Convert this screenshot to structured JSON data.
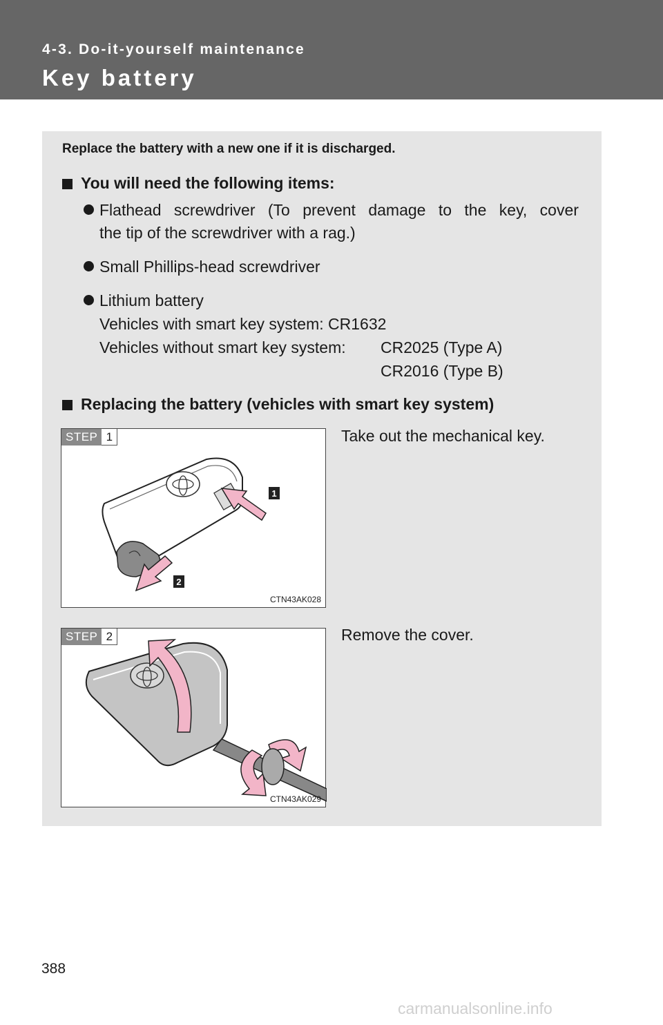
{
  "header": {
    "section": "4-3. Do-it-yourself maintenance",
    "title": "Key battery"
  },
  "intro": "Replace the battery with a new one if it is discharged.",
  "items_section": {
    "heading": "You will need the following items:",
    "bullets": [
      {
        "line1_words": [
          "Flathead",
          "screwdriver",
          "(To",
          "prevent",
          "damage",
          "to",
          "the",
          "key,",
          "cover"
        ],
        "line2": "the tip of the screwdriver with a rag.)"
      },
      {
        "line1": "Small Phillips-head screwdriver"
      },
      {
        "line1": "Lithium battery",
        "line2": "Vehicles with smart key system: CR1632",
        "line3_label": "Vehicles without smart key system:",
        "line3_value": "CR2025 (Type A)",
        "line4_value": "CR2016 (Type B)"
      }
    ]
  },
  "replace_section": {
    "heading": "Replacing the battery (vehicles with smart key system)"
  },
  "steps": [
    {
      "badge": "STEP",
      "number": "1",
      "text": "Take out the mechanical key.",
      "figure_code": "CTN43AK028",
      "callouts": [
        "1",
        "2"
      ]
    },
    {
      "badge": "STEP",
      "number": "2",
      "text": "Remove the cover.",
      "figure_code": "CTN43AK029"
    }
  ],
  "page_number": "388",
  "watermark": "carmanualsonline.info",
  "colors": {
    "header_bg": "#666666",
    "panel_bg": "#e5e5e5",
    "arrow_pink": "#f2b5c8"
  }
}
